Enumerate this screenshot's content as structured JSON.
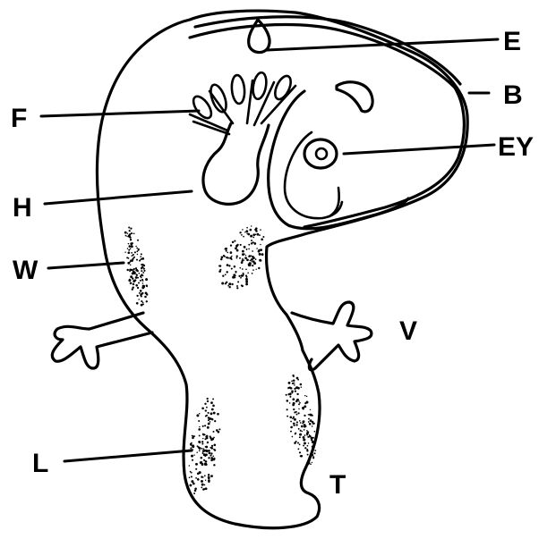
{
  "labels": {
    "E": "E",
    "B": "B",
    "F": "F",
    "EY": "EY",
    "H": "H",
    "W": "W",
    "V": "V",
    "L": "L",
    "T": "T"
  },
  "colors": {
    "ink": "#000000",
    "background": "#ffffff"
  }
}
